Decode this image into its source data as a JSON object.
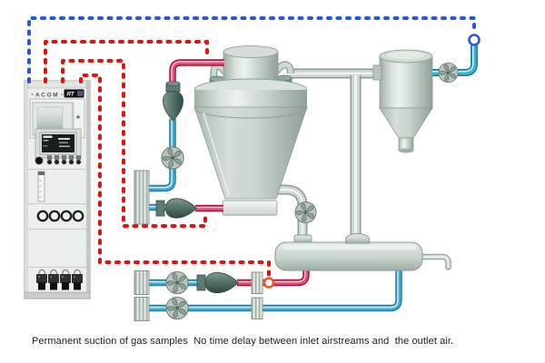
{
  "caption": "Permanent suction of gas samples  No time delay between inlet airstreams and  the outlet air.",
  "cabinet": {
    "brand": "ACOM",
    "logo": "RT"
  },
  "colors": {
    "background": "#ffffff",
    "dashed_sample_line_red": "#e11212",
    "dashed_outlet_line_blue": "#2d56d4",
    "connector_red": "#e2582e",
    "connector_blue": "#2d56d4",
    "red_pipe": "#d94368",
    "blue_pipe": "#3d9ec9",
    "equipment_metal": "#c6d2ca",
    "sampler_body": "#4e6e68"
  }
}
